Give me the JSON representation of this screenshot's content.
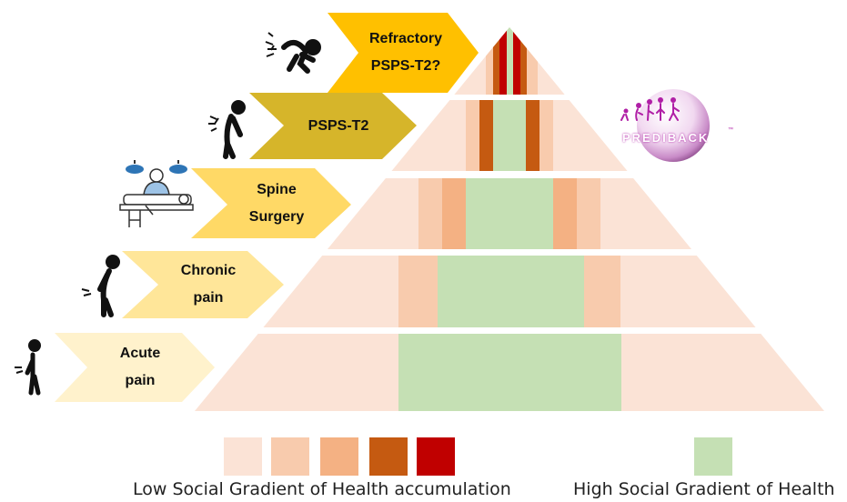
{
  "colors": {
    "tier_fill": "#fbe3d6",
    "health_green": "#c5e0b4",
    "gradient": [
      "#fbe3d6",
      "#f8cbad",
      "#f4b183",
      "#c55a11",
      "#c00000"
    ],
    "arrows": [
      "#ffc000",
      "#d6b52a",
      "#ffd966",
      "#ffe699",
      "#fff2cc"
    ]
  },
  "stages": [
    {
      "id": "refractory",
      "label": "Refractory\nPSPS-T2?",
      "icon": "runner-with-pain-icon"
    },
    {
      "id": "psps",
      "label": "PSPS-T2",
      "icon": "bent-person-with-pain-icon"
    },
    {
      "id": "surgery",
      "label": "Spine\nSurgery",
      "icon": "surgery-table-icon"
    },
    {
      "id": "chronic",
      "label": "Chronic\npain",
      "icon": "stooped-person-icon"
    },
    {
      "id": "acute",
      "label": "Acute\npain",
      "icon": "standing-person-icon"
    }
  ],
  "logo": {
    "text": "PREDIBACK",
    "mark": "™"
  },
  "legend": {
    "low_label": "Low Social Gradient of Health accumulation",
    "high_label": "High Social Gradient of Health"
  }
}
